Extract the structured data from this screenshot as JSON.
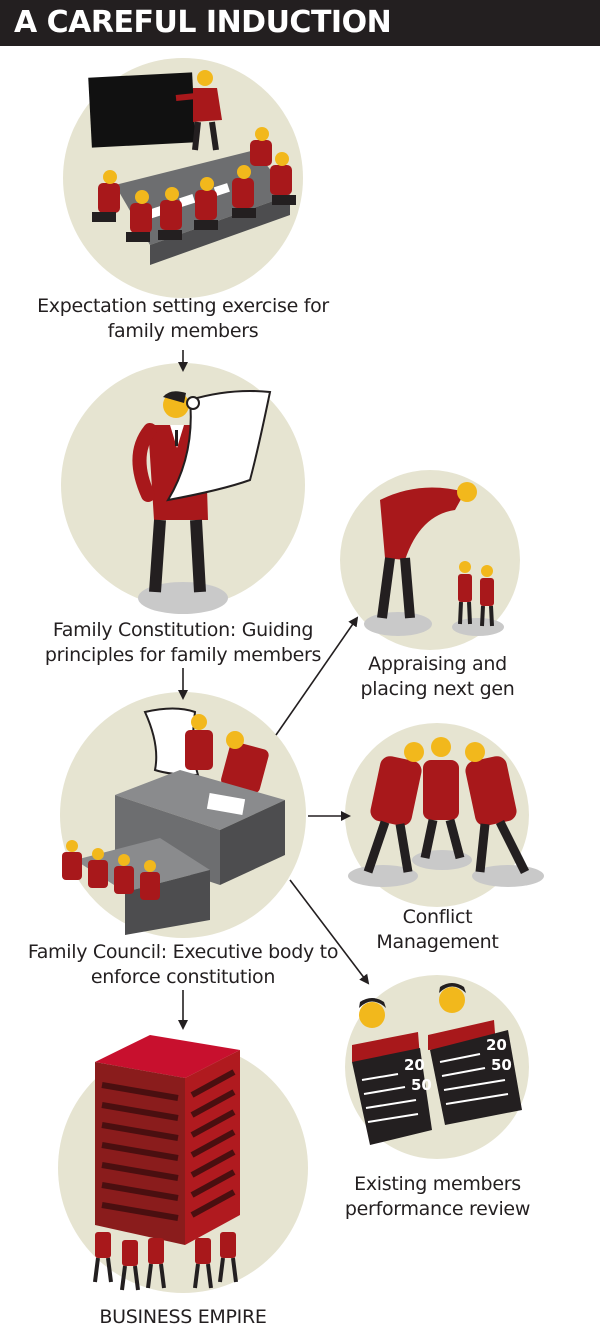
{
  "header": {
    "title": "A CAREFUL INDUCTION"
  },
  "steps": {
    "expectation": {
      "line1": "Expectation setting exercise for",
      "line2": "family members"
    },
    "constitution": {
      "line1": "Family Constitution: Guiding",
      "line2": "principles for family members"
    },
    "council": {
      "line1": "Family Council: Executive body to",
      "line2": "enforce constitution"
    },
    "empire": {
      "line1": "BUSINESS EMPIRE"
    }
  },
  "branches": {
    "appraising": {
      "line1": "Appraising and",
      "line2": "placing next gen"
    },
    "conflict": {
      "line1": "Conflict",
      "line2": "Management"
    },
    "review": {
      "line1": "Existing members",
      "line2": "performance review",
      "sheet1_top": "20",
      "sheet1_bottom": "50",
      "sheet2_top": "20",
      "sheet2_bottom": "50"
    }
  },
  "colors": {
    "header_bg": "#231f20",
    "circle_bg": "#e6e4d1",
    "figure_red": "#a8181b",
    "figure_dark": "#231f20",
    "skin": "#f2b81c",
    "table_grey": "#6d6e70",
    "shadow_grey": "#c9c9c9",
    "building_red": "#c8102e"
  }
}
